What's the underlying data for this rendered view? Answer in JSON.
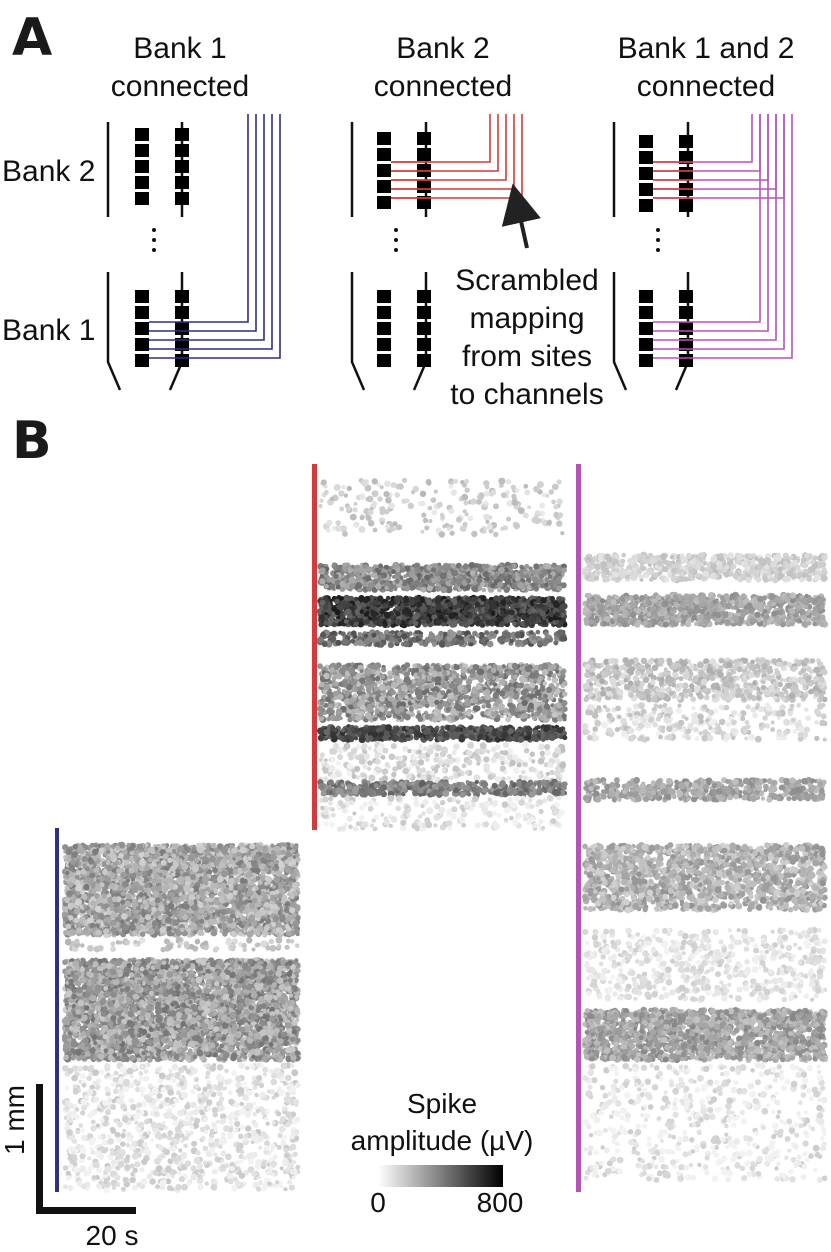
{
  "panel_a": {
    "letter": "A",
    "headers": [
      [
        "Bank 1",
        "connected"
      ],
      [
        "Bank 2",
        "connected"
      ],
      [
        "Bank 1 and 2",
        "connected"
      ]
    ],
    "row_labels": {
      "bank2": "Bank 2",
      "bank1": "Bank 1"
    },
    "annotation": [
      "Scrambled",
      "mapping",
      "from sites",
      "to channels"
    ],
    "colors": {
      "bank1_wire": "#2e2f82",
      "bank2_wire": "#d33a3a",
      "both_wire": "#b654b5",
      "site": "#000000"
    }
  },
  "panel_b": {
    "letter": "B",
    "scale_bar": {
      "vertical_label": "1 mm",
      "horizontal_label": "20 s"
    },
    "colorbar": {
      "title_line1": "Spike",
      "title_line2": "amplitude (µV)",
      "min_label": "0",
      "max_label": "800",
      "range_uV": [
        0,
        800
      ]
    },
    "raster_colors": {
      "bank1": "#2e2f82",
      "bank2": "#d33a3a",
      "both": "#b654b5"
    }
  }
}
